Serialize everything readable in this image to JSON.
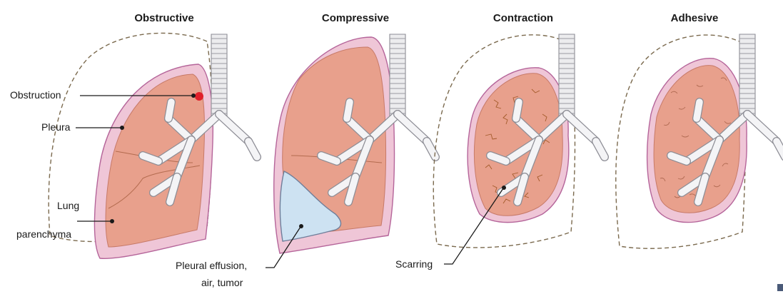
{
  "titles": {
    "obstructive": "Obstructive",
    "compressive": "Compressive",
    "contraction": "Contraction",
    "adhesive": "Adhesive"
  },
  "labels": {
    "obstruction": "Obstruction",
    "pleura": "Pleura",
    "lung_line1": "Lung",
    "lung_line2": "parenchyma",
    "effusion_line1": "Pleural effusion,",
    "effusion_line2": "air, tumor",
    "scarring": "Scarring"
  },
  "colors": {
    "pleura": "#efc6d7",
    "parenchyma": "#e8a08c",
    "effusion": "#cde2f2",
    "obstruction": "#e0202a",
    "airway": "#ececee"
  }
}
